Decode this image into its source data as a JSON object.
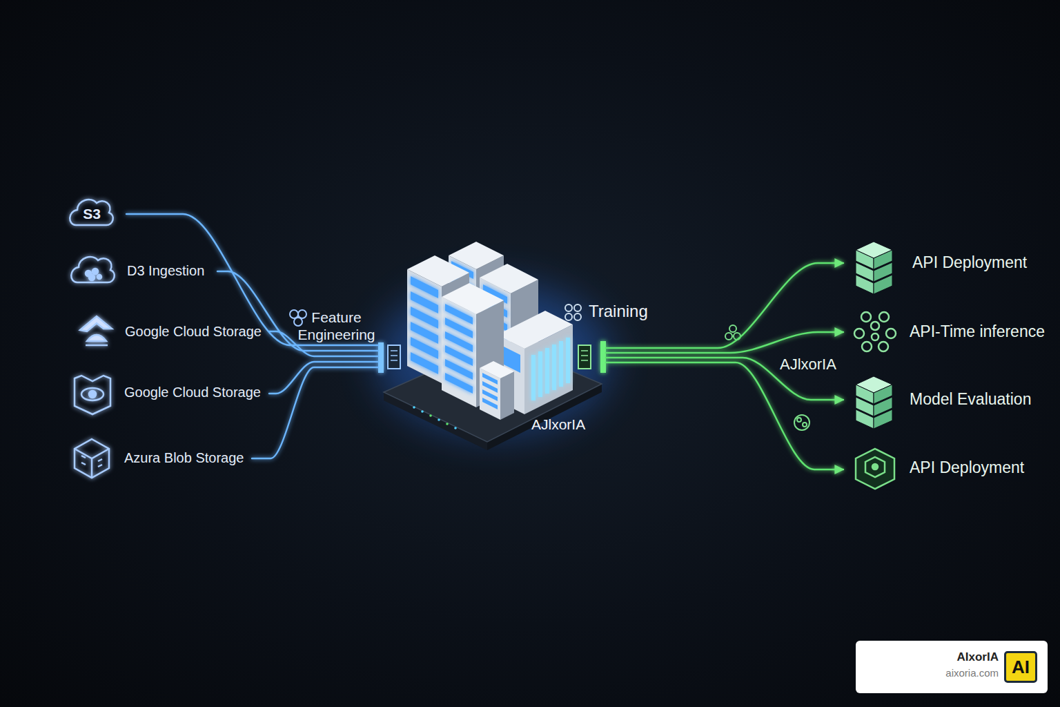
{
  "diagram": {
    "nodes": [
      {
        "text": [
          "S3"
        ]
      },
      {
        "text": [
          "D3 Ingestion"
        ]
      },
      {
        "text": [
          "Google Cloud Storage"
        ]
      },
      {
        "text": [
          "Google Cloud Storage"
        ]
      },
      {
        "text": [
          "Azura Blob Storage"
        ]
      },
      {
        "text": [
          "AJlxorIA"
        ]
      },
      {
        "text": [
          "API Deployment"
        ]
      },
      {
        "text": [
          "API-Time inference"
        ]
      },
      {
        "text": [
          "Model Evaluation"
        ]
      },
      {
        "text": [
          "API Deployment"
        ]
      },
      {
        "text": [
          "AIxorIA",
          "aixoria.com"
        ]
      },
      {
        "text": [
          "AI"
        ],
        "in": 10
      }
    ],
    "edges": [
      {
        "from": 0,
        "to": 5,
        "arrow": "none"
      },
      {
        "from": 1,
        "to": 5,
        "arrow": "none"
      },
      {
        "from": 2,
        "to": 5,
        "arrow": "none"
      },
      {
        "from": 3,
        "to": 5,
        "arrow": "none"
      },
      {
        "from": 4,
        "to": 5,
        "arrow": "none"
      },
      {
        "from": 5,
        "to": 6,
        "arrow": "to"
      },
      {
        "from": 5,
        "to": 7,
        "arrow": "to"
      },
      {
        "from": 5,
        "to": 8,
        "arrow": "to"
      },
      {
        "from": 5,
        "to": 9,
        "arrow": "to"
      }
    ],
    "labels": [
      "Feature Engineering",
      "Training",
      "AJlxorIA"
    ]
  }
}
